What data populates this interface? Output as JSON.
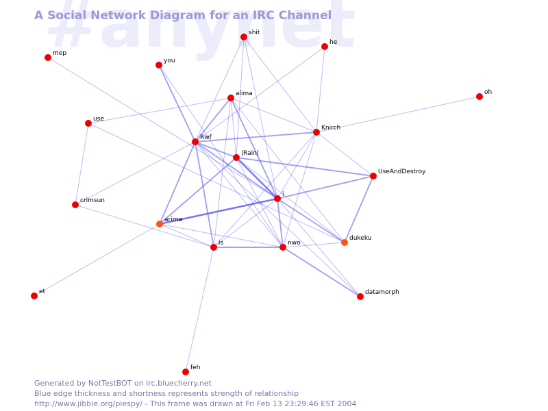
{
  "watermark": "#anynet",
  "title": "A Social Network Diagram for an IRC Channel",
  "colors": {
    "edge": "#5555ee",
    "node_red": "#ee0000",
    "node_orange": "#ff5511",
    "title": "#9a9ad6",
    "footer": "#7a7aaa",
    "watermark": "#ececfb"
  },
  "nodes": [
    {
      "id": "shit",
      "label": "shit",
      "color": "red"
    },
    {
      "id": "he",
      "label": "he",
      "color": "red"
    },
    {
      "id": "mep",
      "label": "mep",
      "color": "red"
    },
    {
      "id": "you",
      "label": "you",
      "color": "red"
    },
    {
      "id": "alima",
      "label": "alima",
      "color": "red"
    },
    {
      "id": "oh",
      "label": "oh",
      "color": "red"
    },
    {
      "id": "use",
      "label": "use",
      "color": "red"
    },
    {
      "id": "Knirch",
      "label": "Knirch",
      "color": "red"
    },
    {
      "id": "Rwf",
      "label": "Rwf",
      "color": "red"
    },
    {
      "id": "Rain",
      "label": "|Rain|",
      "color": "red"
    },
    {
      "id": "UseAndDestroy",
      "label": "UseAndDestroy",
      "color": "red"
    },
    {
      "id": "i",
      "label": "i",
      "color": "red"
    },
    {
      "id": "crimsun",
      "label": "crimsun",
      "color": "red"
    },
    {
      "id": "arima",
      "label": "arima",
      "color": "orange"
    },
    {
      "id": "is",
      "label": "is",
      "color": "red"
    },
    {
      "id": "nwo",
      "label": "nwo",
      "color": "red"
    },
    {
      "id": "dukeku",
      "label": "dukeku",
      "color": "orange"
    },
    {
      "id": "et",
      "label": "et",
      "color": "red"
    },
    {
      "id": "datamorph",
      "label": "datamorph",
      "color": "red"
    },
    {
      "id": "feh",
      "label": "feh",
      "color": "red"
    }
  ],
  "edges": [
    {
      "from": "Rain",
      "to": "i",
      "strength": 3
    },
    {
      "from": "arima",
      "to": "i",
      "strength": 3
    },
    {
      "from": "Rwf",
      "to": "i",
      "strength": 2
    },
    {
      "from": "i",
      "to": "dukeku",
      "strength": 2
    },
    {
      "from": "nwo",
      "to": "datamorph",
      "strength": 2
    },
    {
      "from": "dukeku",
      "to": "UseAndDestroy",
      "strength": 2
    },
    {
      "from": "Rain",
      "to": "UseAndDestroy",
      "strength": 2
    },
    {
      "from": "Rwf",
      "to": "Knirch",
      "strength": 2
    },
    {
      "from": "Rwf",
      "to": "Rain",
      "strength": 2
    },
    {
      "from": "Rwf",
      "to": "arima",
      "strength": 2
    },
    {
      "from": "Rwf",
      "to": "is",
      "strength": 2
    },
    {
      "from": "is",
      "to": "nwo",
      "strength": 2
    },
    {
      "from": "arima",
      "to": "Rain",
      "strength": 2
    },
    {
      "from": "i",
      "to": "nwo",
      "strength": 2
    },
    {
      "from": "alima",
      "to": "i",
      "strength": 2
    },
    {
      "from": "Rwf",
      "to": "shit",
      "strength": 1
    },
    {
      "from": "Rwf",
      "to": "alima",
      "strength": 2
    },
    {
      "from": "you",
      "to": "Rwf",
      "strength": 2
    },
    {
      "from": "alima",
      "to": "Rain",
      "strength": 1
    },
    {
      "from": "alima",
      "to": "Knirch",
      "strength": 1
    },
    {
      "from": "alima",
      "to": "is",
      "strength": 1
    },
    {
      "from": "alima",
      "to": "dukeku",
      "strength": 1
    },
    {
      "from": "i",
      "to": "UseAndDestroy",
      "strength": 2
    },
    {
      "from": "Knirch",
      "to": "i",
      "strength": 1
    },
    {
      "from": "Knirch",
      "to": "nwo",
      "strength": 1
    },
    {
      "from": "Knirch",
      "to": "UseAndDestroy",
      "strength": 1
    },
    {
      "from": "Knirch",
      "to": "he",
      "strength": 1
    },
    {
      "from": "Knirch",
      "to": "shit",
      "strength": 1
    },
    {
      "from": "Knirch",
      "to": "oh",
      "strength": 1
    },
    {
      "from": "Knirch",
      "to": "is",
      "strength": 1
    },
    {
      "from": "mep",
      "to": "i",
      "strength": 1
    },
    {
      "from": "you",
      "to": "nwo",
      "strength": 1
    },
    {
      "from": "use",
      "to": "crimsun",
      "strength": 1
    },
    {
      "from": "use",
      "to": "alima",
      "strength": 1
    },
    {
      "from": "use",
      "to": "dukeku",
      "strength": 1
    },
    {
      "from": "Rwf",
      "to": "he",
      "strength": 1
    },
    {
      "from": "Rwf",
      "to": "crimsun",
      "strength": 1
    },
    {
      "from": "Rwf",
      "to": "datamorph",
      "strength": 1
    },
    {
      "from": "Rwf",
      "to": "nwo",
      "strength": 1
    },
    {
      "from": "shit",
      "to": "Rain",
      "strength": 1
    },
    {
      "from": "shit",
      "to": "i",
      "strength": 1
    },
    {
      "from": "i",
      "to": "is",
      "strength": 1
    },
    {
      "from": "i",
      "to": "datamorph",
      "strength": 1
    },
    {
      "from": "i",
      "to": "arima",
      "strength": 1
    },
    {
      "from": "arima",
      "to": "is",
      "strength": 1
    },
    {
      "from": "arima",
      "to": "nwo",
      "strength": 1
    },
    {
      "from": "arima",
      "to": "et",
      "strength": 1
    },
    {
      "from": "crimsun",
      "to": "is",
      "strength": 1
    },
    {
      "from": "is",
      "to": "feh",
      "strength": 1
    },
    {
      "from": "nwo",
      "to": "dukeku",
      "strength": 1
    },
    {
      "from": "Rain",
      "to": "nwo",
      "strength": 1
    },
    {
      "from": "Rain",
      "to": "dukeku",
      "strength": 1
    }
  ],
  "footer": {
    "line1": "Generated by NotTestBOT on irc.bluecherry.net",
    "line2": "Blue edge thickness and shortness represents strength of relationship",
    "line3": "http://www.jibble.org/piespy/ - This frame was drawn at Fri Feb 13 23:29:46 EST 2004"
  }
}
